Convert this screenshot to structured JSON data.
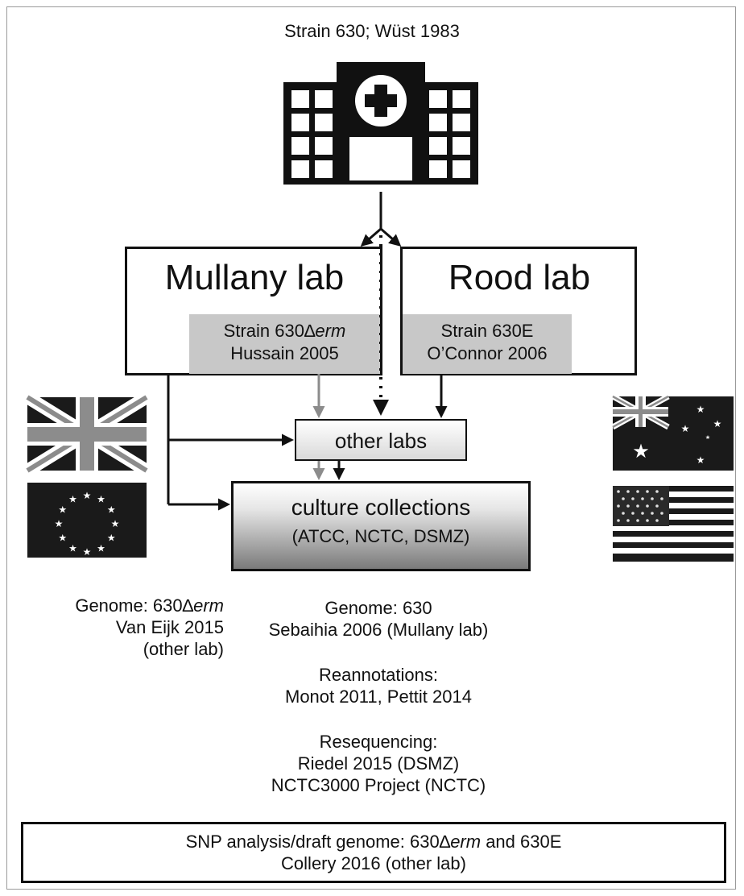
{
  "title": "Strain 630; Wüst 1983",
  "mullany": {
    "title": "Mullany lab",
    "strain_prefix": "Strain 630∆",
    "strain_italic": "erm",
    "ref": "Hussain 2005"
  },
  "rood": {
    "title": "Rood lab",
    "strain": "Strain 630E",
    "ref": "O’Connor 2006"
  },
  "other_labs": "other labs",
  "culture": {
    "title": "culture collections",
    "sub": "(ATCC, NCTC, DSMZ)"
  },
  "genome_left": {
    "line1_prefix": "Genome: 630∆",
    "line1_italic": "erm",
    "line2": "Van Eijk 2015",
    "line3": "(other lab)"
  },
  "genome_center": {
    "line1": "Genome: 630",
    "line2": "Sebaihia 2006 (Mullany lab)"
  },
  "reannotations": {
    "line1": "Reannotations:",
    "line2": "Monot 2011, Pettit 2014"
  },
  "resequencing": {
    "line1": "Resequencing:",
    "line2": "Riedel 2015 (DSMZ)",
    "line3": "NCTC3000 Project (NCTC)"
  },
  "snp": {
    "line1_a": "SNP analysis/draft genome: 630∆",
    "line1_italic": "erm",
    "line1_b": " and 630E",
    "line2": "Collery 2016 (other lab)"
  },
  "colors": {
    "arrow_black": "#111111",
    "arrow_grey": "#8c8c8c",
    "label_grey": "#c8c8c8"
  },
  "icons": [
    "hospital-icon",
    "uk-flag-icon",
    "eu-flag-icon",
    "australia-flag-icon",
    "usa-flag-icon"
  ]
}
